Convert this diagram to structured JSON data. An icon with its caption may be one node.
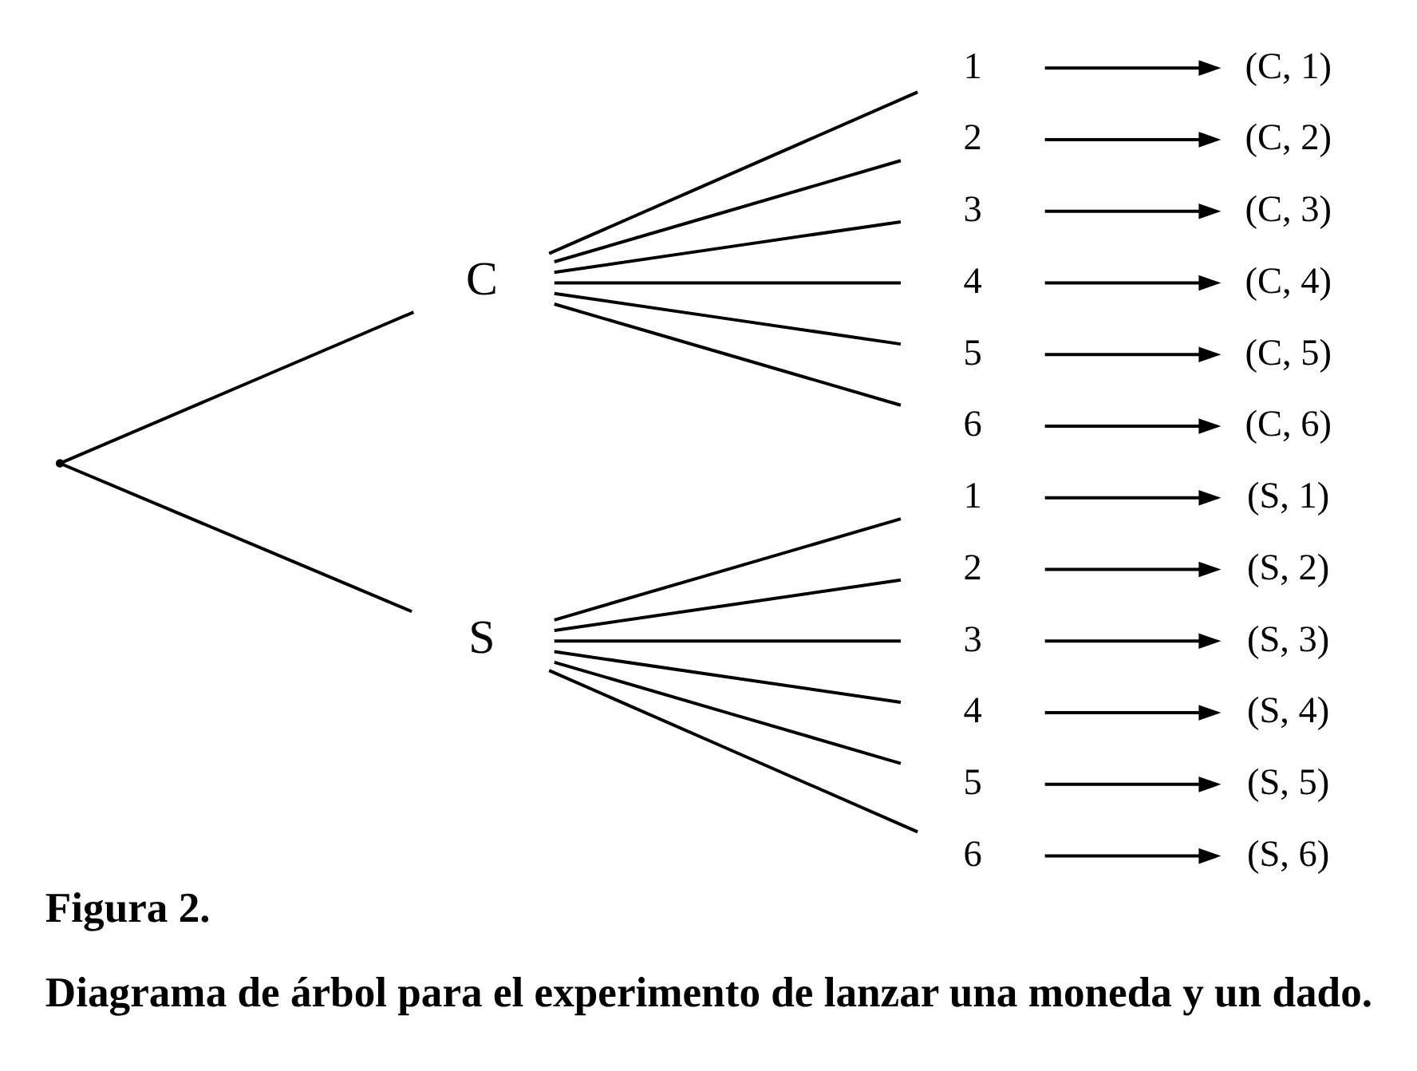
{
  "diagram": {
    "title": "Figura 2.",
    "caption": "Diagrama de árbol para el experimento de lanzar una moneda y un dado.",
    "nodes": [
      {
        "text": [],
        "shape": "point"
      },
      {
        "text": [
          "C"
        ]
      },
      {
        "text": [
          "1"
        ]
      },
      {
        "text": [
          "2"
        ]
      },
      {
        "text": [
          "3"
        ]
      },
      {
        "text": [
          "4"
        ]
      },
      {
        "text": [
          "5"
        ]
      },
      {
        "text": [
          "6"
        ]
      },
      {
        "text": [
          "(C, 1)"
        ]
      },
      {
        "text": [
          "(C, 2)"
        ]
      },
      {
        "text": [
          "(C, 3)"
        ]
      },
      {
        "text": [
          "(C, 4)"
        ]
      },
      {
        "text": [
          "(C, 5)"
        ]
      },
      {
        "text": [
          "(C, 6)"
        ]
      },
      {
        "text": [
          "S"
        ]
      },
      {
        "text": [
          "1"
        ]
      },
      {
        "text": [
          "2"
        ]
      },
      {
        "text": [
          "3"
        ]
      },
      {
        "text": [
          "4"
        ]
      },
      {
        "text": [
          "5"
        ]
      },
      {
        "text": [
          "6"
        ]
      },
      {
        "text": [
          "(S, 1)"
        ]
      },
      {
        "text": [
          "(S, 2)"
        ]
      },
      {
        "text": [
          "(S, 3)"
        ]
      },
      {
        "text": [
          "(S, 4)"
        ]
      },
      {
        "text": [
          "(S, 5)"
        ]
      },
      {
        "text": [
          "(S, 6)"
        ]
      }
    ],
    "edges": [
      {
        "from": 0,
        "to": 1,
        "arrow": "none"
      },
      {
        "from": 1,
        "to": 2,
        "arrow": "none"
      },
      {
        "from": 1,
        "to": 3,
        "arrow": "none"
      },
      {
        "from": 1,
        "to": 4,
        "arrow": "none"
      },
      {
        "from": 1,
        "to": 5,
        "arrow": "none"
      },
      {
        "from": 1,
        "to": 6,
        "arrow": "none"
      },
      {
        "from": 1,
        "to": 7,
        "arrow": "none"
      },
      {
        "from": 2,
        "to": 8,
        "arrow": "to"
      },
      {
        "from": 3,
        "to": 9,
        "arrow": "to"
      },
      {
        "from": 4,
        "to": 10,
        "arrow": "to"
      },
      {
        "from": 5,
        "to": 11,
        "arrow": "to"
      },
      {
        "from": 6,
        "to": 12,
        "arrow": "to"
      },
      {
        "from": 7,
        "to": 13,
        "arrow": "to"
      },
      {
        "from": 0,
        "to": 14,
        "arrow": "none"
      },
      {
        "from": 14,
        "to": 15,
        "arrow": "none"
      },
      {
        "from": 14,
        "to": 16,
        "arrow": "none"
      },
      {
        "from": 14,
        "to": 17,
        "arrow": "none"
      },
      {
        "from": 14,
        "to": 18,
        "arrow": "none"
      },
      {
        "from": 14,
        "to": 19,
        "arrow": "none"
      },
      {
        "from": 14,
        "to": 20,
        "arrow": "none"
      },
      {
        "from": 15,
        "to": 21,
        "arrow": "to"
      },
      {
        "from": 16,
        "to": 22,
        "arrow": "to"
      },
      {
        "from": 17,
        "to": 23,
        "arrow": "to"
      },
      {
        "from": 18,
        "to": 24,
        "arrow": "to"
      },
      {
        "from": 19,
        "to": 25,
        "arrow": "to"
      },
      {
        "from": 20,
        "to": 26,
        "arrow": "to"
      }
    ]
  }
}
